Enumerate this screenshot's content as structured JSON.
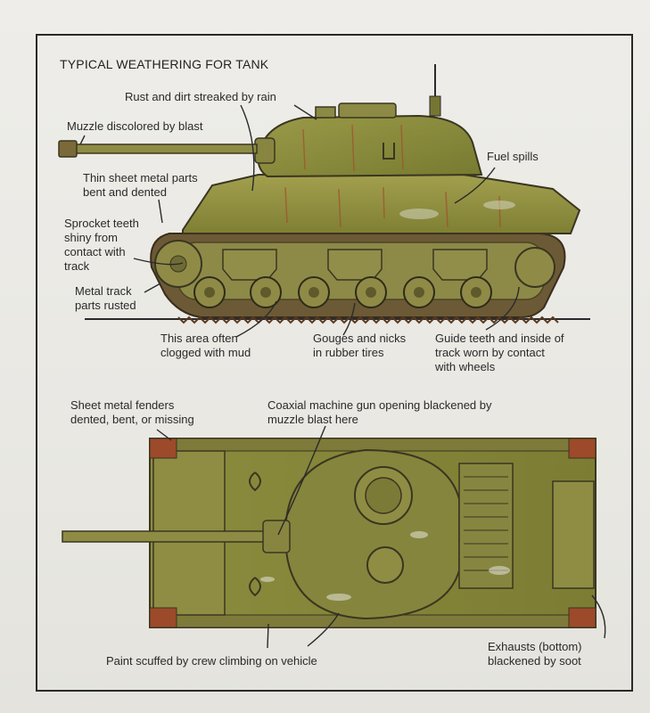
{
  "title": "TYPICAL WEATHERING FOR TANK",
  "colors": {
    "olive": "#8a8a3c",
    "olive_dark": "#5f6229",
    "rust": "#9c4a2a",
    "line": "#2a2a2a"
  },
  "side_view_labels": {
    "rust_dirt": "Rust and dirt streaked by rain",
    "muzzle": "Muzzle discolored by blast",
    "fuel": "Fuel spills",
    "sheet_metal": "Thin sheet metal parts\nbent and dented",
    "sprocket": "Sprocket teeth\nshiny from\ncontact with\ntrack",
    "track_rust": "Metal track\nparts rusted",
    "mud": "This area often\nclogged with mud",
    "gouges": "Gouges and nicks\nin rubber tires",
    "guide_teeth": "Guide teeth and inside of\ntrack worn by contact\nwith wheels"
  },
  "top_view_labels": {
    "fenders": "Sheet metal fenders\ndented, bent, or missing",
    "coaxial": "Coaxial machine gun opening blackened by\nmuzzle blast here",
    "paint": "Paint scuffed by crew climbing on vehicle",
    "exhausts": "Exhausts (bottom)\nblackened by soot"
  }
}
